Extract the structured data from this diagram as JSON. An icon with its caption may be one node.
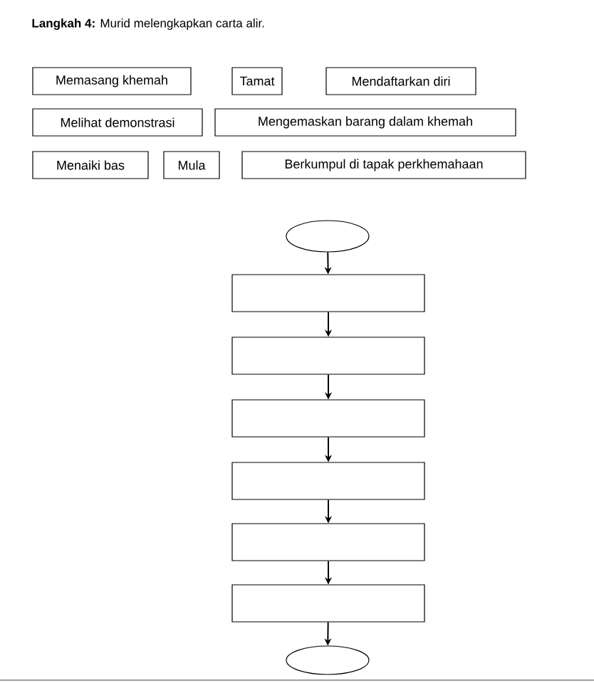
{
  "diagram": {
    "title": "**Langkah 4:** Murid melengkapkan carta alir.",
    "nodes": [
      {
        "text": [
          "Memasang khemah"
        ]
      },
      {
        "text": [
          "Tamat"
        ]
      },
      {
        "text": [
          "Mendaftarkan diri"
        ]
      },
      {
        "text": [
          "Melihat demonstrasi"
        ]
      },
      {
        "text": [
          "Mengemaskan barang dalam khemah"
        ]
      },
      {
        "text": [
          "Menaiki bas"
        ]
      },
      {
        "text": [
          "Mula"
        ]
      },
      {
        "text": [
          "Berkumpul di tapak perkhemahaan"
        ]
      },
      {
        "text": [],
        "shape": "ellipse"
      },
      {
        "text": [],
        "shape": "box"
      },
      {
        "text": [],
        "shape": "box"
      },
      {
        "text": [],
        "shape": "box"
      },
      {
        "text": [],
        "shape": "box"
      },
      {
        "text": [],
        "shape": "box"
      },
      {
        "text": [],
        "shape": "box"
      },
      {
        "text": [],
        "shape": "ellipse"
      }
    ],
    "edges": [
      {
        "from": 8,
        "to": 9,
        "arrow": "to"
      },
      {
        "from": 9,
        "to": 10,
        "arrow": "to"
      },
      {
        "from": 10,
        "to": 11,
        "arrow": "to"
      },
      {
        "from": 11,
        "to": 12,
        "arrow": "to"
      },
      {
        "from": 12,
        "to": 13,
        "arrow": "to"
      },
      {
        "from": 13,
        "to": 14,
        "arrow": "to"
      },
      {
        "from": 14,
        "to": 15,
        "arrow": "to"
      }
    ]
  }
}
